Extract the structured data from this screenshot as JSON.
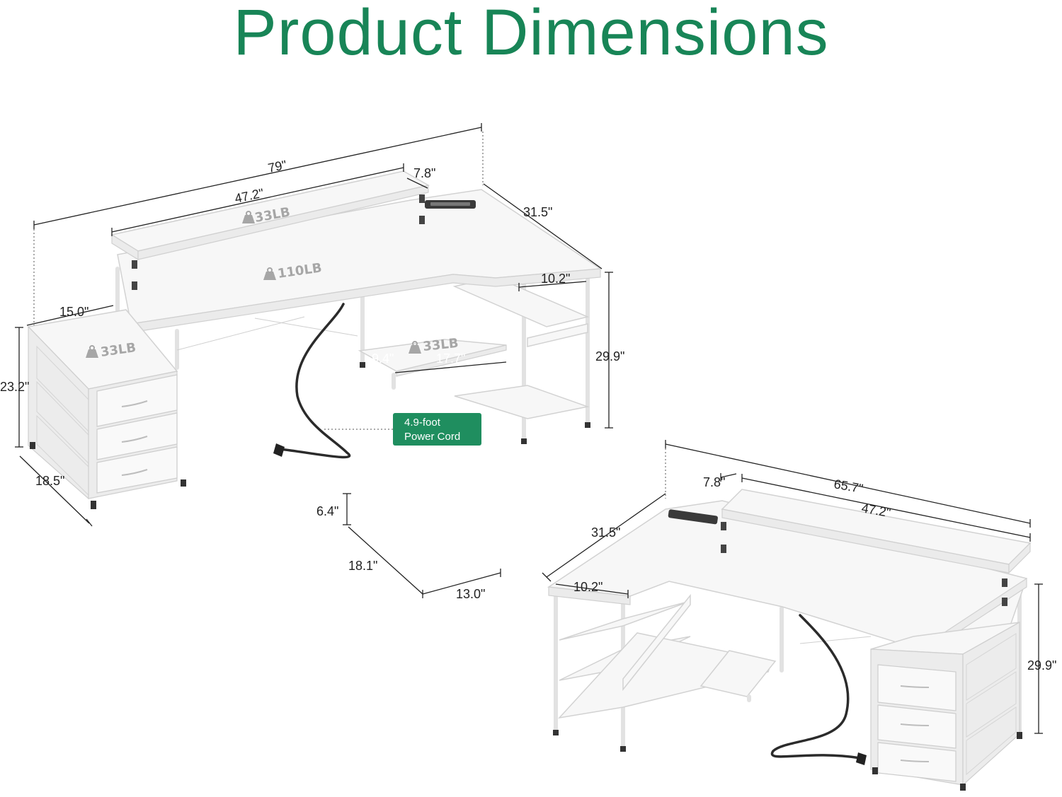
{
  "title": "Product Dimensions",
  "colors": {
    "title": "#188557",
    "badge": "#1f8e5f"
  },
  "icons": [
    "weight-icon"
  ],
  "left_desk": {
    "dimensions": {
      "overall_width": "79\"",
      "shelf_width": "47.2\"",
      "shelf_depth": "7.8\"",
      "desk_depth": "31.5\"",
      "side_shelf_width": "10.2\"",
      "height": "29.9\"",
      "cabinet_width": "15.0\"",
      "cabinet_height": "23.2\"",
      "cabinet_depth": "18.5\"",
      "lower_shelf_depth": "9.4\"",
      "lower_shelf_width": "17.7\""
    },
    "loads": {
      "monitor_shelf": "33LB",
      "desktop": "110LB",
      "cabinet": "33LB",
      "lower_shelf": "33LB"
    },
    "cord_label_line1": "4.9-foot",
    "cord_label_line2": "Power Cord"
  },
  "drawer_box": {
    "height": "6.4\"",
    "depth": "18.1\"",
    "width": "13.0\""
  },
  "right_desk": {
    "dimensions": {
      "shelf_depth": "7.8\"",
      "overall_width": "65.7\"",
      "shelf_width": "47.2\"",
      "desk_depth": "31.5\"",
      "side_shelf_width": "10.2\"",
      "height": "29.9\""
    }
  }
}
